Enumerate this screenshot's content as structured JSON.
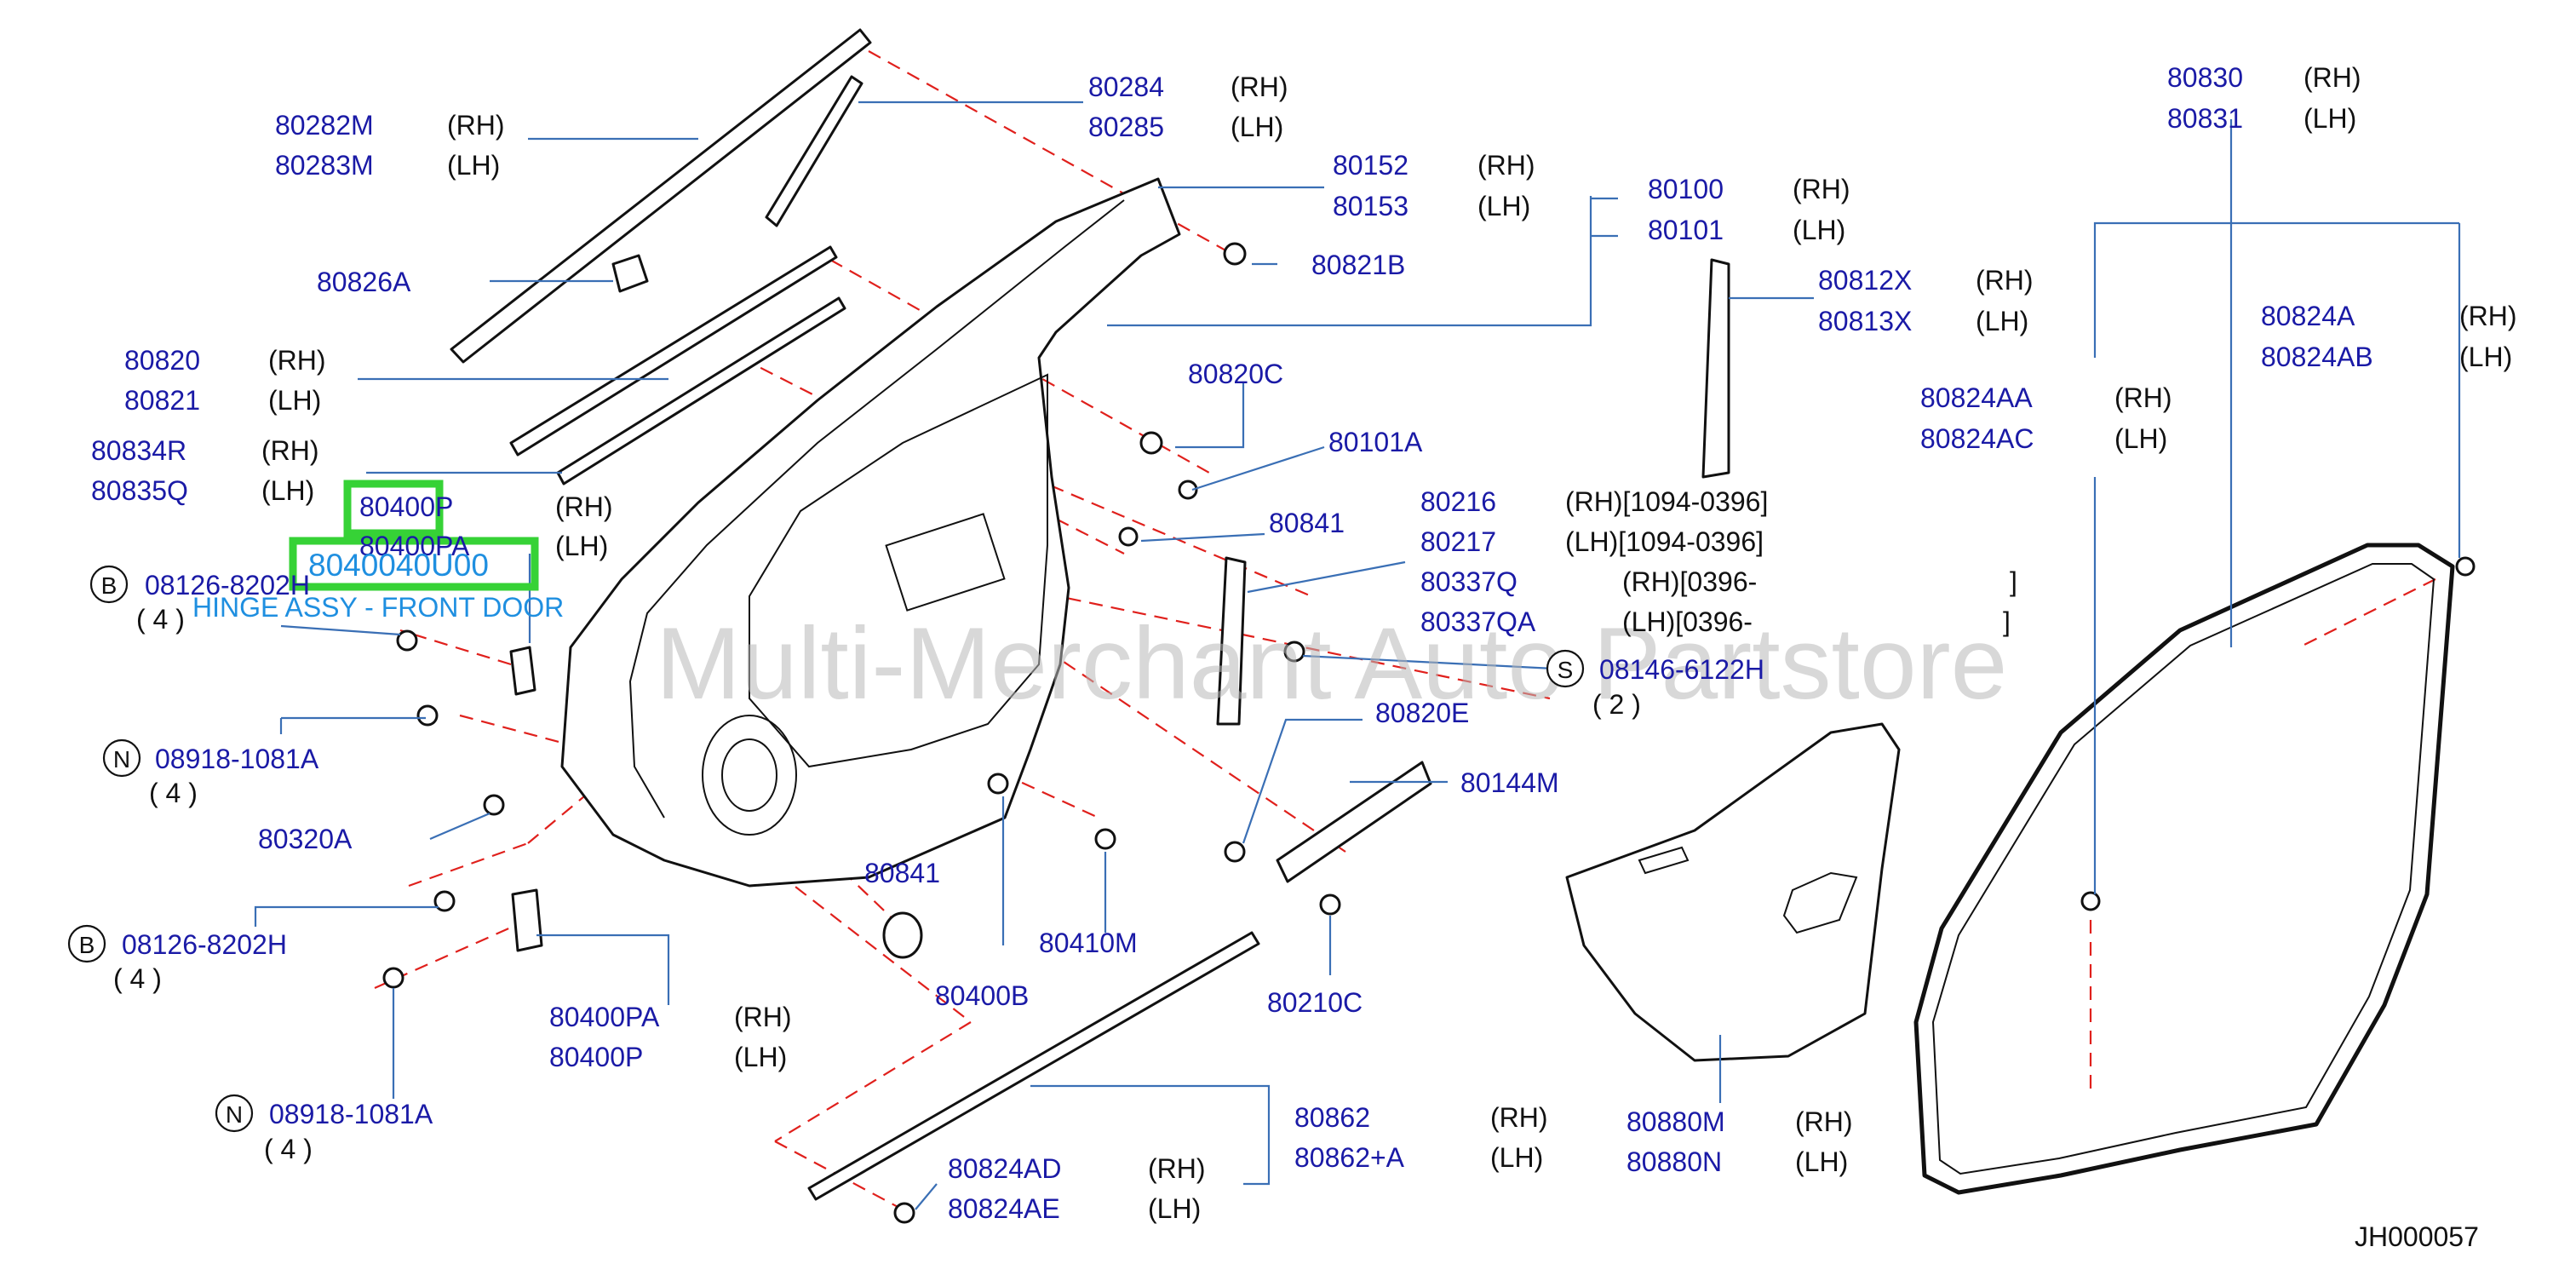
{
  "highlight": {
    "caption_code": "8040040U00",
    "caption_desc": "HINGE ASSY - FRONT DOOR"
  },
  "watermark": "Multi-Merchant Auto Partstore",
  "diagram_id": "JH000057",
  "labels": {
    "p80284": "80284",
    "s80284": "(RH)",
    "p80285": "80285",
    "s80285": "(LH)",
    "p80282M": "80282M",
    "s80282M": "(RH)",
    "p80283M": "80283M",
    "s80283M": "(LH)",
    "p80152": "80152",
    "s80152": "(RH)",
    "p80153": "80153",
    "s80153": "(LH)",
    "p80100": "80100",
    "s80100": "(RH)",
    "p80101": "80101",
    "s80101": "(LH)",
    "p80826A": "80826A",
    "p80821B": "80821B",
    "p80812X": "80812X",
    "s80812X": "(RH)",
    "p80813X": "80813X",
    "s80813X": "(LH)",
    "p80820": "80820",
    "s80820": "(RH)",
    "p80821": "80821",
    "s80821": "(LH)",
    "p80820C": "80820C",
    "p80101A": "80101A",
    "p80834R": "80834R",
    "s80834R": "(RH)",
    "p80835Q": "80835Q",
    "s80835Q": "(LH)",
    "p80400P_top": "80400P",
    "s80400P_top": "(RH)",
    "p80400PA_top": "80400PA",
    "s80400PA_top": "(LH)",
    "p80841_top": "80841",
    "p80216": "80216",
    "s80216": "(RH)[1094-0396]",
    "p80217": "80217",
    "s80217": "(LH)[1094-0396]",
    "p80337Q": "80337Q",
    "s80337Q": "(RH)[0396-",
    "p80337QA": "80337QA",
    "s80337QA": "(LH)[0396-",
    "bracket_close": "]",
    "p08126_top": "08126-8202H",
    "q08126_top": "( 4 )",
    "p08146": "08146-6122H",
    "q08146": "( 2 )",
    "p08918_top": "08918-1081A",
    "q08918_top": "( 4 )",
    "p80820E": "80820E",
    "p80144M": "80144M",
    "p80320A": "80320A",
    "p80841_bot": "80841",
    "p80410M": "80410M",
    "p08126_bot": "08126-8202H",
    "q08126_bot": "( 4 )",
    "p80400B": "80400B",
    "p80210C": "80210C",
    "p80400PA_bot": "80400PA",
    "s80400PA_bot": "(RH)",
    "p80400P_bot": "80400P",
    "s80400P_bot": "(LH)",
    "p08918_bot": "08918-1081A",
    "q08918_bot": "( 4 )",
    "p80862": "80862",
    "s80862": "(RH)",
    "p80862A": "80862+A",
    "s80862A": "(LH)",
    "p80824AD": "80824AD",
    "s80824AD": "(RH)",
    "p80824AE": "80824AE",
    "s80824AE": "(LH)",
    "p80880M": "80880M",
    "s80880M": "(RH)",
    "p80880N": "80880N",
    "s80880N": "(LH)",
    "p80830": "80830",
    "s80830": "(RH)",
    "p80831": "80831",
    "s80831": "(LH)",
    "p80824A": "80824A",
    "s80824A": "(RH)",
    "p80824AB": "80824AB",
    "s80824AB": "(LH)",
    "p80824AA": "80824AA",
    "s80824AA": "(RH)",
    "p80824AC": "80824AC",
    "s80824AC": "(LH)"
  },
  "circle_letters": {
    "b_top": "B",
    "n_top": "N",
    "s_mid": "S",
    "b_bot": "B",
    "n_bot": "N"
  }
}
